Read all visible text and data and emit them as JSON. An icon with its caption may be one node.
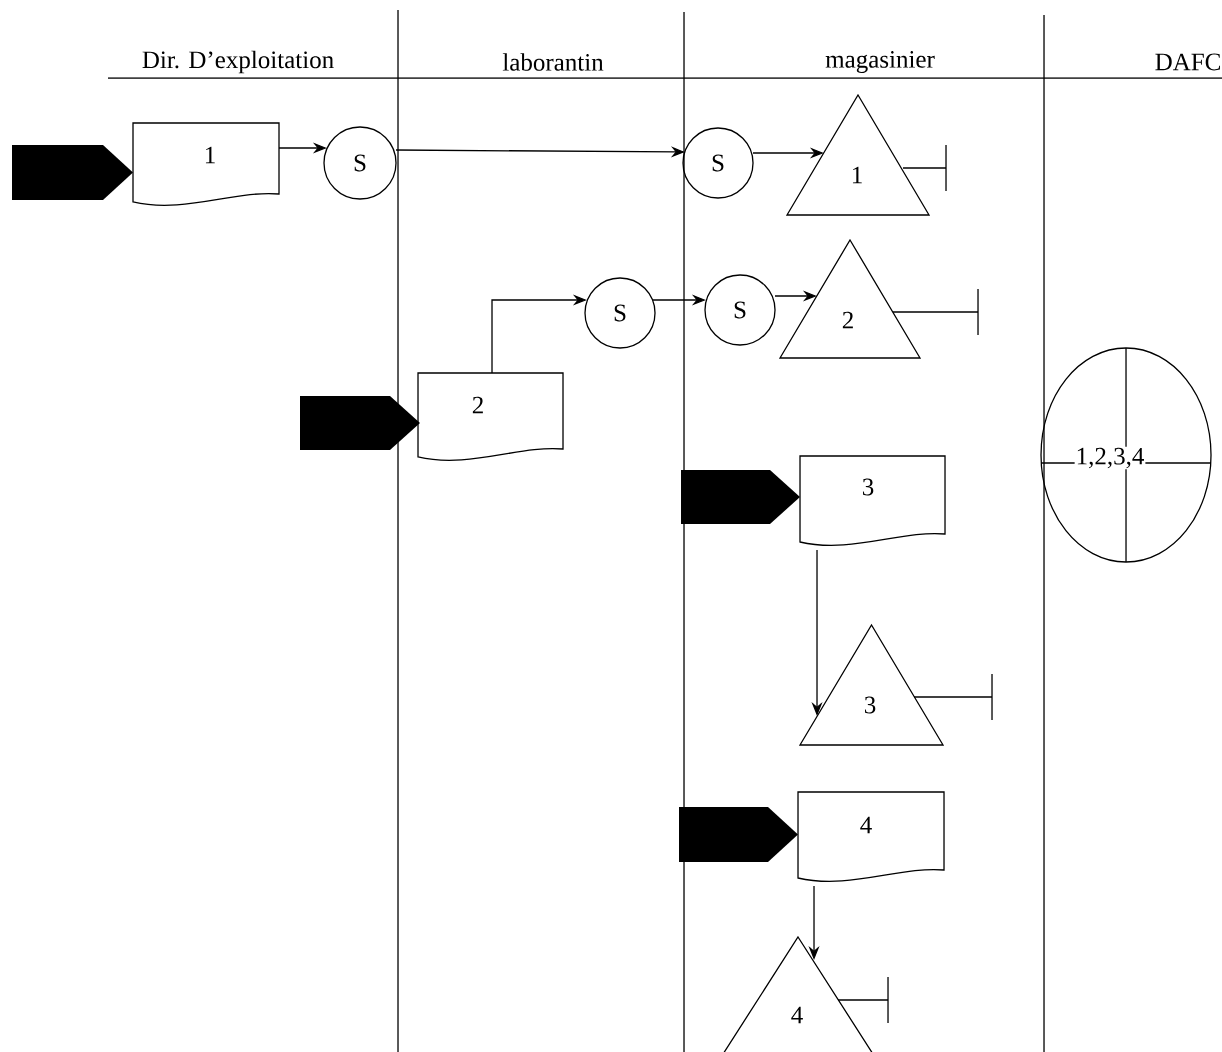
{
  "diagram": {
    "nodes": [
      {
        "text": [],
        "shape": "pentagon"
      },
      {
        "text": [
          "1"
        ]
      },
      {
        "text": [
          "S"
        ]
      },
      {
        "text": [
          "S"
        ]
      },
      {
        "text": [
          "1"
        ]
      },
      {
        "text": [
          "S"
        ]
      },
      {
        "text": [
          "S"
        ]
      },
      {
        "text": [
          "2"
        ]
      },
      {
        "text": [],
        "shape": "pentagon"
      },
      {
        "text": [
          "2"
        ]
      },
      {
        "text": [],
        "shape": "pentagon"
      },
      {
        "text": [
          "3"
        ]
      },
      {
        "text": [
          "3"
        ]
      },
      {
        "text": [],
        "shape": "pentagon"
      },
      {
        "text": [
          "4"
        ]
      },
      {
        "text": [
          "4"
        ]
      },
      {
        "text": [
          "1,2,3,4"
        ]
      },
      {
        "text": [],
        "shape": "bar"
      },
      {
        "text": [],
        "shape": "bar"
      },
      {
        "text": [],
        "shape": "bar"
      },
      {
        "text": [],
        "shape": "bar"
      }
    ],
    "edges": [
      {
        "from": 1,
        "to": 2,
        "arrow": "to"
      },
      {
        "from": 2,
        "to": 3,
        "arrow": "to"
      },
      {
        "from": 3,
        "to": 4,
        "arrow": "to"
      },
      {
        "from": 4,
        "to": 17,
        "arrow": "none"
      },
      {
        "from": 9,
        "to": 5,
        "arrow": "to"
      },
      {
        "from": 5,
        "to": 6,
        "arrow": "to"
      },
      {
        "from": 6,
        "to": 7,
        "arrow": "to"
      },
      {
        "from": 7,
        "to": 18,
        "arrow": "none"
      },
      {
        "from": 11,
        "to": 12,
        "arrow": "to"
      },
      {
        "from": 12,
        "to": 19,
        "arrow": "none"
      },
      {
        "from": 14,
        "to": 15,
        "arrow": "to"
      },
      {
        "from": 15,
        "to": 20,
        "arrow": "none"
      }
    ],
    "labels": [
      "Dir. D’exploitation",
      "laborantin",
      "magasinier",
      "DAFC"
    ]
  }
}
